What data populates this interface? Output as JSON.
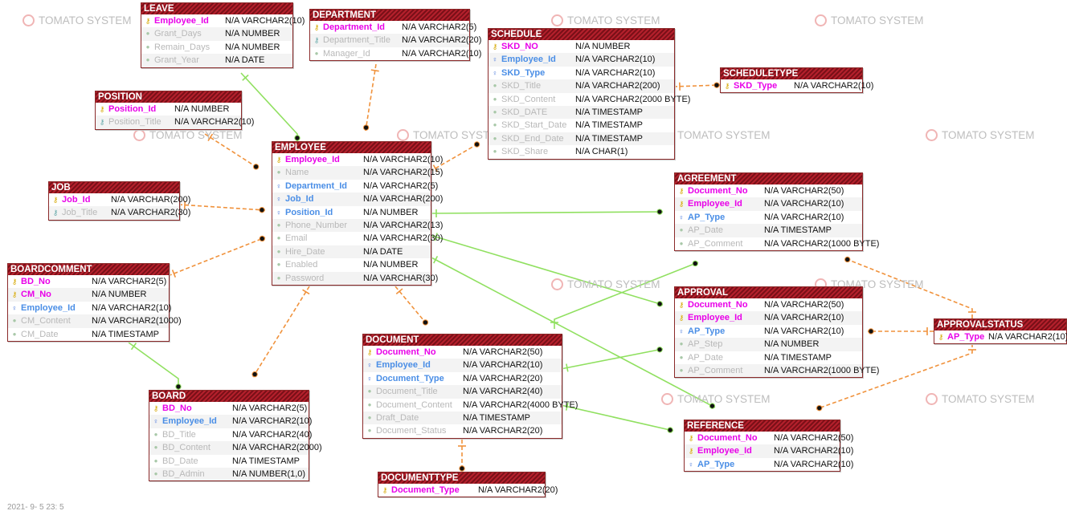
{
  "watermark_text": "TOMATO SYSTEM",
  "date_stamp": "2021- 9- 5 23: 5",
  "colors": {
    "header": "#a01824",
    "pk": "#e800e8",
    "fk": "#4a8ee6",
    "attr": "#b8b8b8",
    "identifying_rel": "#f0923c",
    "non_identifying_rel": "#90e060"
  },
  "tables": {
    "leave": {
      "title": "LEAVE",
      "cols": [
        {
          "name": "Employee_Id",
          "type": "N/A VARCHAR2(10)",
          "icon": "pk-fk-key-icon"
        },
        {
          "name": "Grant_Days",
          "type": "N/A NUMBER",
          "icon": "attribute-dot-icon"
        },
        {
          "name": "Remain_Days",
          "type": "N/A NUMBER",
          "icon": "attribute-dot-icon"
        },
        {
          "name": "Grant_Year",
          "type": "N/A DATE",
          "icon": "attribute-dot-icon"
        }
      ]
    },
    "department": {
      "title": "DEPARTMENT",
      "cols": [
        {
          "name": "Department_Id",
          "type": "N/A VARCHAR2(5)",
          "icon": "pk-key-icon"
        },
        {
          "name": "Department_Title",
          "type": "N/A VARCHAR2(20)",
          "icon": "unique-key-icon"
        },
        {
          "name": "Manager_Id",
          "type": "N/A VARCHAR2(10)",
          "icon": "attribute-dot-icon"
        }
      ]
    },
    "schedule": {
      "title": "SCHEDULE",
      "cols": [
        {
          "name": "SKD_NO",
          "type": "N/A NUMBER",
          "icon": "pk-key-icon"
        },
        {
          "name": "Employee_Id",
          "type": "N/A VARCHAR2(10)",
          "icon": "fk-icon"
        },
        {
          "name": "SKD_Type",
          "type": "N/A VARCHAR2(10)",
          "icon": "fk-icon"
        },
        {
          "name": "SKD_Title",
          "type": "N/A VARCHAR2(200)",
          "icon": "attribute-dot-icon"
        },
        {
          "name": "SKD_Content",
          "type": "N/A VARCHAR2(2000 BYTE)",
          "icon": "attribute-dot-icon"
        },
        {
          "name": "SKD_DATE",
          "type": "N/A TIMESTAMP",
          "icon": "attribute-dot-icon"
        },
        {
          "name": "SKD_Start_Date",
          "type": "N/A TIMESTAMP",
          "icon": "attribute-dot-icon"
        },
        {
          "name": "SKD_End_Date",
          "type": "N/A TIMESTAMP",
          "icon": "attribute-dot-icon"
        },
        {
          "name": "SKD_Share",
          "type": "N/A CHAR(1)",
          "icon": "attribute-dot-icon"
        }
      ]
    },
    "scheduletype": {
      "title": "SCHEDULETYPE",
      "cols": [
        {
          "name": "SKD_Type",
          "type": "N/A VARCHAR2(10)",
          "icon": "pk-key-icon"
        }
      ]
    },
    "position": {
      "title": "POSITION",
      "cols": [
        {
          "name": "Position_Id",
          "type": "N/A NUMBER",
          "icon": "pk-key-icon"
        },
        {
          "name": "Position_Title",
          "type": "N/A VARCHAR2(10)",
          "icon": "unique-key-icon"
        }
      ]
    },
    "employee": {
      "title": "EMPLOYEE",
      "cols": [
        {
          "name": "Employee_Id",
          "type": "N/A VARCHAR2(10)",
          "icon": "pk-key-icon"
        },
        {
          "name": "Name",
          "type": "N/A VARCHAR2(15)",
          "icon": "attribute-dot-icon"
        },
        {
          "name": "Department_Id",
          "type": "N/A VARCHAR2(5)",
          "icon": "fk-icon"
        },
        {
          "name": "Job_Id",
          "type": "N/A VARCHAR(200)",
          "icon": "fk-icon"
        },
        {
          "name": "Position_Id",
          "type": "N/A NUMBER",
          "icon": "fk-icon"
        },
        {
          "name": "Phone_Number",
          "type": "N/A VARCHAR2(13)",
          "icon": "attribute-dot-icon"
        },
        {
          "name": "Email",
          "type": "N/A VARCHAR2(30)",
          "icon": "attribute-dot-icon"
        },
        {
          "name": "Hire_Date",
          "type": "N/A DATE",
          "icon": "attribute-dot-icon"
        },
        {
          "name": "Enabled",
          "type": "N/A NUMBER",
          "icon": "attribute-dot-icon"
        },
        {
          "name": "Password",
          "type": "N/A VARCHAR(30)",
          "icon": "attribute-dot-icon"
        }
      ]
    },
    "job": {
      "title": "JOB",
      "cols": [
        {
          "name": "Job_Id",
          "type": "N/A VARCHAR(200)",
          "icon": "pk-key-icon"
        },
        {
          "name": "Job_Title",
          "type": "N/A VARCHAR2(30)",
          "icon": "unique-key-icon"
        }
      ]
    },
    "agreement": {
      "title": "AGREEMENT",
      "cols": [
        {
          "name": "Document_No",
          "type": "N/A VARCHAR2(50)",
          "icon": "pk-fk-key-icon"
        },
        {
          "name": "Employee_Id",
          "type": "N/A VARCHAR2(10)",
          "icon": "pk-fk-key-icon"
        },
        {
          "name": "AP_Type",
          "type": "N/A VARCHAR2(10)",
          "icon": "fk-icon"
        },
        {
          "name": "AP_Date",
          "type": "N/A TIMESTAMP",
          "icon": "attribute-dot-icon"
        },
        {
          "name": "AP_Comment",
          "type": "N/A VARCHAR2(1000 BYTE)",
          "icon": "attribute-dot-icon"
        }
      ]
    },
    "boardcomment": {
      "title": "BOARDCOMMENT",
      "cols": [
        {
          "name": "BD_No",
          "type": "N/A VARCHAR2(5)",
          "icon": "pk-fk-key-icon"
        },
        {
          "name": "CM_No",
          "type": "N/A NUMBER",
          "icon": "pk-key-icon"
        },
        {
          "name": "Employee_Id",
          "type": "N/A VARCHAR2(10)",
          "icon": "fk-icon"
        },
        {
          "name": "CM_Content",
          "type": "N/A VARCHAR2(1000)",
          "icon": "attribute-dot-icon"
        },
        {
          "name": "CM_Date",
          "type": "N/A TIMESTAMP",
          "icon": "attribute-dot-icon"
        }
      ]
    },
    "approval": {
      "title": "APPROVAL",
      "cols": [
        {
          "name": "Document_No",
          "type": "N/A VARCHAR2(50)",
          "icon": "pk-fk-key-icon"
        },
        {
          "name": "Employee_Id",
          "type": "N/A VARCHAR2(10)",
          "icon": "pk-fk-key-icon"
        },
        {
          "name": "AP_Type",
          "type": "N/A VARCHAR2(10)",
          "icon": "fk-icon"
        },
        {
          "name": "AP_Step",
          "type": "N/A NUMBER",
          "icon": "attribute-dot-icon"
        },
        {
          "name": "AP_Date",
          "type": "N/A TIMESTAMP",
          "icon": "attribute-dot-icon"
        },
        {
          "name": "AP_Comment",
          "type": "N/A VARCHAR2(1000 BYTE)",
          "icon": "attribute-dot-icon"
        }
      ]
    },
    "approvalstatus": {
      "title": "APPROVALSTATUS",
      "cols": [
        {
          "name": "AP_Type",
          "type": "N/A VARCHAR2(10)",
          "icon": "pk-key-icon"
        }
      ]
    },
    "document": {
      "title": "DOCUMENT",
      "cols": [
        {
          "name": "Document_No",
          "type": "N/A VARCHAR2(50)",
          "icon": "pk-key-icon"
        },
        {
          "name": "Employee_Id",
          "type": "N/A VARCHAR2(10)",
          "icon": "fk-icon"
        },
        {
          "name": "Document_Type",
          "type": "N/A VARCHAR2(20)",
          "icon": "fk-icon"
        },
        {
          "name": "Document_Title",
          "type": "N/A VARCHAR2(40)",
          "icon": "attribute-dot-icon"
        },
        {
          "name": "Document_Content",
          "type": "N/A VARCHAR2(4000 BYTE)",
          "icon": "attribute-dot-icon"
        },
        {
          "name": "Draft_Date",
          "type": "N/A TIMESTAMP",
          "icon": "attribute-dot-icon"
        },
        {
          "name": "Document_Status",
          "type": "N/A VARCHAR2(20)",
          "icon": "attribute-dot-icon"
        }
      ]
    },
    "board": {
      "title": "BOARD",
      "cols": [
        {
          "name": "BD_No",
          "type": "N/A VARCHAR2(5)",
          "icon": "pk-key-icon"
        },
        {
          "name": "Employee_Id",
          "type": "N/A VARCHAR2(10)",
          "icon": "fk-icon"
        },
        {
          "name": "BD_Title",
          "type": "N/A VARCHAR2(40)",
          "icon": "attribute-dot-icon"
        },
        {
          "name": "BD_Content",
          "type": "N/A VARCHAR2(2000)",
          "icon": "attribute-dot-icon"
        },
        {
          "name": "BD_Date",
          "type": "N/A TIMESTAMP",
          "icon": "attribute-dot-icon"
        },
        {
          "name": "BD_Admin",
          "type": "N/A NUMBER(1,0)",
          "icon": "attribute-dot-icon"
        }
      ]
    },
    "reference": {
      "title": "REFERENCE",
      "cols": [
        {
          "name": "Document_No",
          "type": "N/A VARCHAR2(50)",
          "icon": "pk-fk-key-icon"
        },
        {
          "name": "Employee_Id",
          "type": "N/A VARCHAR2(10)",
          "icon": "pk-fk-key-icon"
        },
        {
          "name": "AP_Type",
          "type": "N/A VARCHAR2(10)",
          "icon": "fk-icon"
        }
      ]
    },
    "documenttype": {
      "title": "DOCUMENTTYPE",
      "cols": [
        {
          "name": "Document_Type",
          "type": "N/A VARCHAR2(20)",
          "icon": "pk-key-icon"
        }
      ]
    }
  },
  "relationships": [
    {
      "from": "leave",
      "to": "employee",
      "kind": "non-identifying"
    },
    {
      "from": "employee",
      "to": "department",
      "kind": "identifying"
    },
    {
      "from": "employee",
      "to": "position",
      "kind": "identifying"
    },
    {
      "from": "employee",
      "to": "job",
      "kind": "identifying"
    },
    {
      "from": "employee",
      "to": "schedule",
      "kind": "identifying"
    },
    {
      "from": "schedule",
      "to": "scheduletype",
      "kind": "identifying"
    },
    {
      "from": "employee",
      "to": "boardcomment",
      "kind": "identifying"
    },
    {
      "from": "employee",
      "to": "board",
      "kind": "identifying"
    },
    {
      "from": "employee",
      "to": "document",
      "kind": "identifying"
    },
    {
      "from": "boardcomment",
      "to": "board",
      "kind": "non-identifying"
    },
    {
      "from": "employee",
      "to": "agreement",
      "kind": "non-identifying"
    },
    {
      "from": "employee",
      "to": "approval",
      "kind": "non-identifying"
    },
    {
      "from": "employee",
      "to": "reference",
      "kind": "non-identifying"
    },
    {
      "from": "document",
      "to": "agreement",
      "kind": "non-identifying"
    },
    {
      "from": "document",
      "to": "approval",
      "kind": "non-identifying"
    },
    {
      "from": "document",
      "to": "reference",
      "kind": "non-identifying"
    },
    {
      "from": "document",
      "to": "documenttype",
      "kind": "identifying"
    },
    {
      "from": "approvalstatus",
      "to": "agreement",
      "kind": "identifying"
    },
    {
      "from": "approvalstatus",
      "to": "approval",
      "kind": "identifying"
    },
    {
      "from": "approvalstatus",
      "to": "reference",
      "kind": "identifying"
    }
  ]
}
